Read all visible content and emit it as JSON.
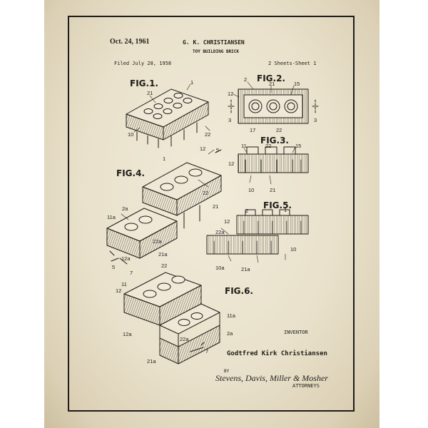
{
  "header": {
    "date": "Oct. 24, 1961",
    "inventor_name": "G. K. CHRISTIANSEN",
    "title": "TOY BUILDING BRICK",
    "filed": "Filed July 28, 1958",
    "sheets": "2 Sheets-Sheet 1"
  },
  "figures": {
    "fig1": "FIG.1.",
    "fig2": "FIG.2.",
    "fig3": "FIG.3.",
    "fig4": "FIG.4.",
    "fig5": "FIG.5.",
    "fig6": "FIG.6."
  },
  "refs": [
    "1",
    "21",
    "10",
    "22",
    "2",
    "21",
    "15",
    "12",
    "3",
    "3",
    "17",
    "22",
    "11",
    "22",
    "15",
    "12",
    "10",
    "21",
    "1",
    "12",
    "5",
    "22",
    "21",
    "2a",
    "11a",
    "22a",
    "21a",
    "12a",
    "5",
    "2",
    "1",
    "22a",
    "12",
    "10a",
    "21a",
    "10",
    "7",
    "22",
    "11",
    "11a",
    "12a",
    "2a",
    "22a",
    "21a",
    "7",
    "12"
  ],
  "footer": {
    "inventor_label": "INVENTOR",
    "inventor_full": "Godtfred Kirk Christiansen",
    "by": "BY",
    "signature": "Stevens, Davis, Miller & Mosher",
    "attorneys": "ATTORNEYS"
  }
}
